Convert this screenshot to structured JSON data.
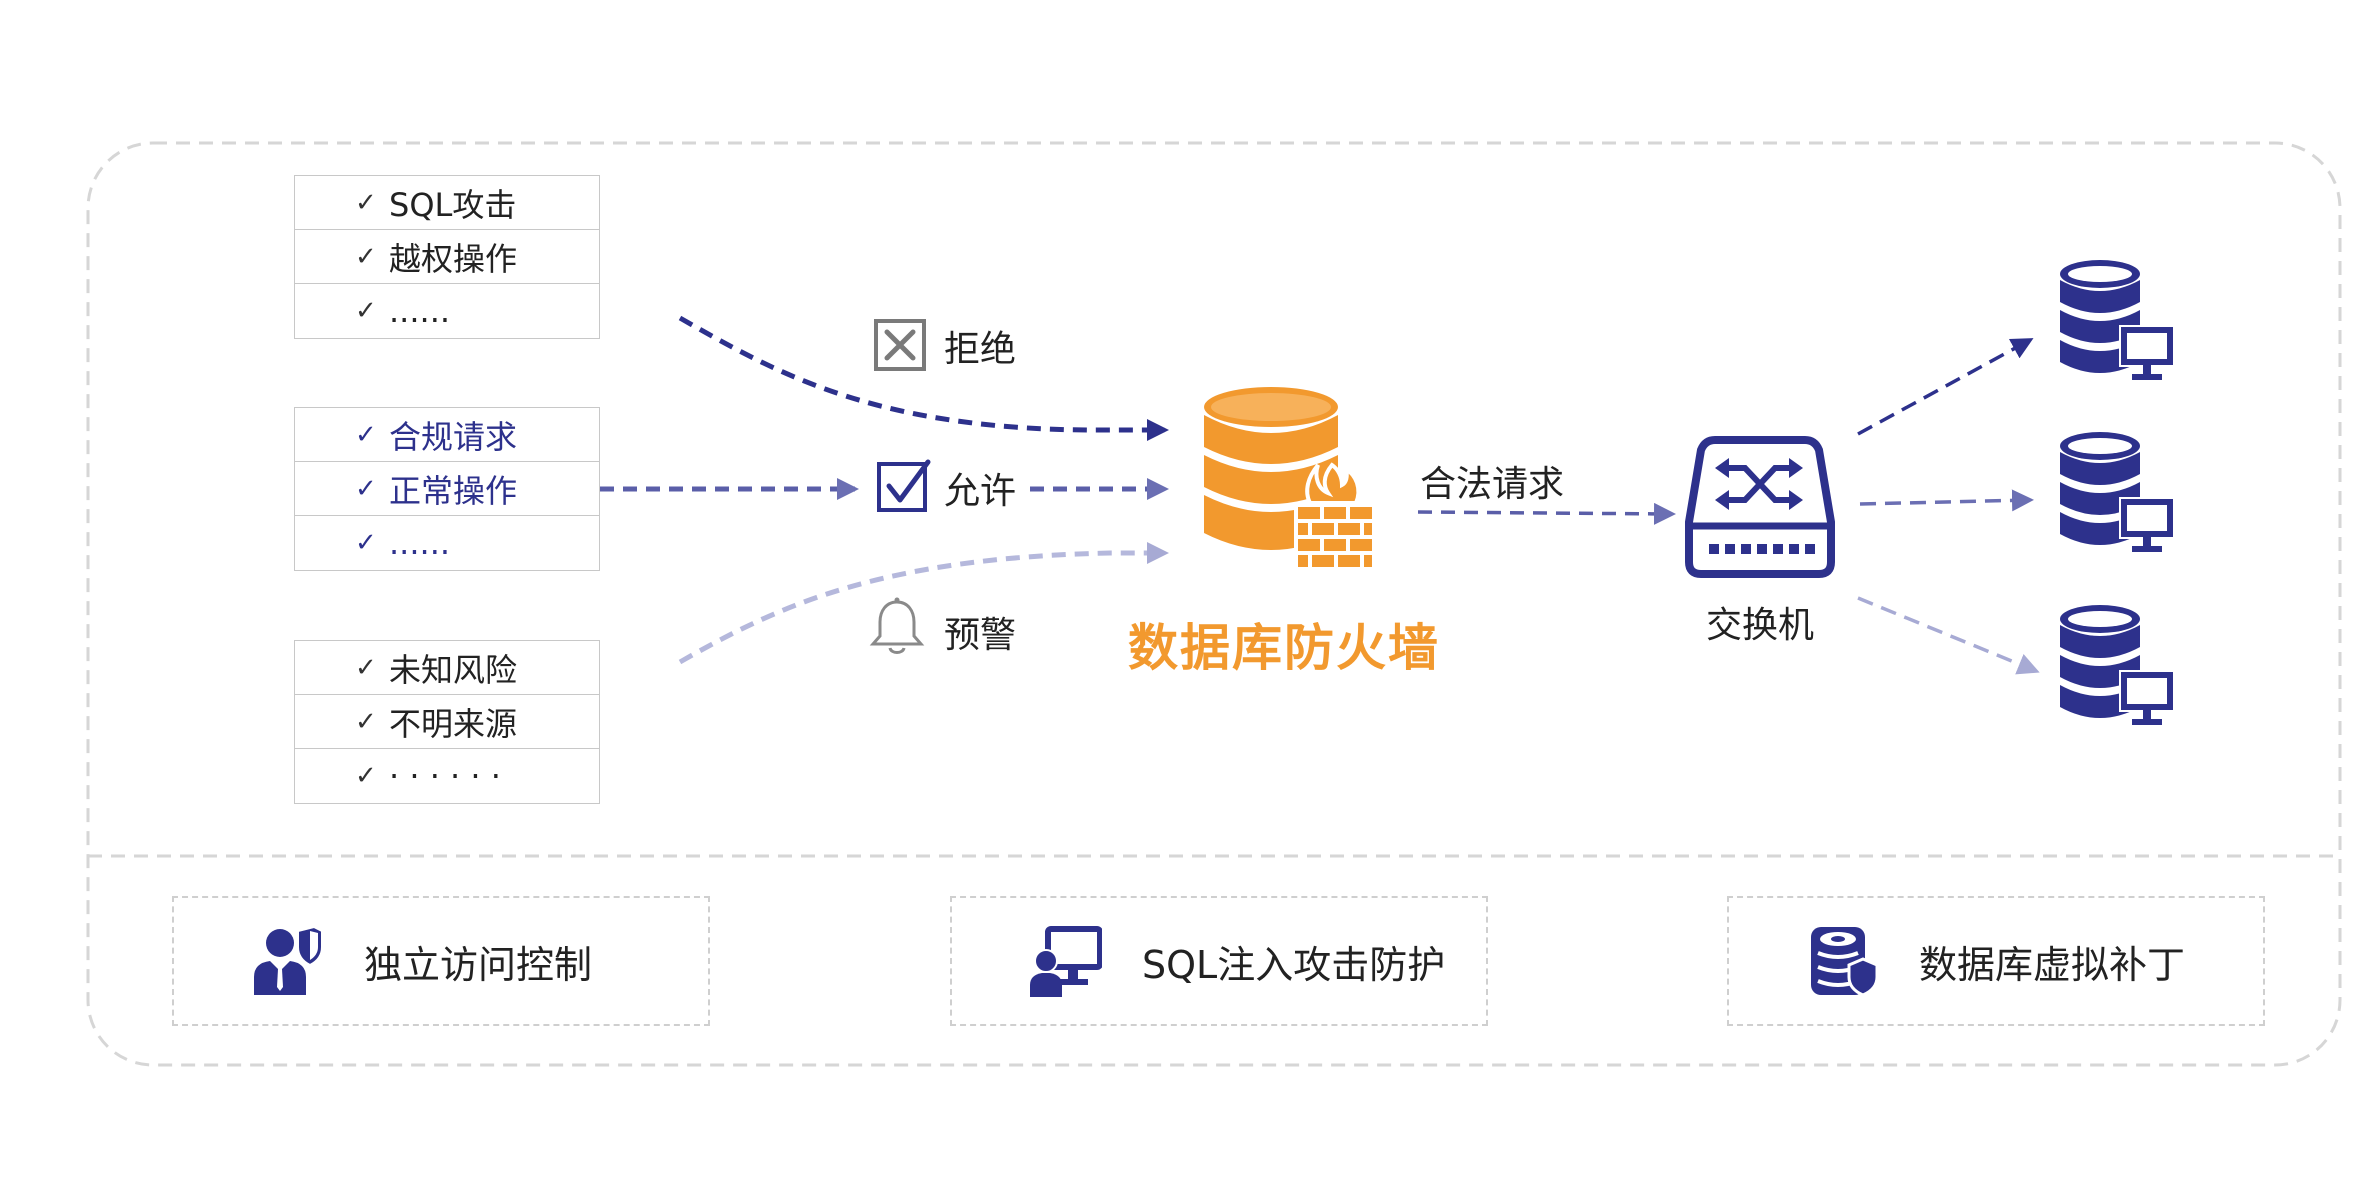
{
  "lists": {
    "attack": {
      "items": [
        "SQL攻击",
        "越权操作",
        "......"
      ]
    },
    "normal": {
      "items": [
        "合规请求",
        "正常操作",
        "......"
      ]
    },
    "unknown": {
      "items": [
        "未知风险",
        "不明来源",
        "· · · · · ·"
      ]
    }
  },
  "actions": {
    "reject": "拒绝",
    "allow": "允许",
    "warn": "预警"
  },
  "firewall_label": "数据库防火墙",
  "legal_request_label": "合法请求",
  "switch_label": "交换机",
  "features": [
    {
      "label": "独立访问控制",
      "icon": "user-shield-icon"
    },
    {
      "label": "SQL注入攻击防护",
      "icon": "computer-user-icon"
    },
    {
      "label": "数据库虚拟补丁",
      "icon": "database-shield-icon"
    }
  ],
  "colors": {
    "navy": "#2d318c",
    "mid_blue": "#5a5ea8",
    "light_blue": "#b5b8dc",
    "orange": "#f2992e",
    "gray_dashed": "#d6d6d6"
  }
}
